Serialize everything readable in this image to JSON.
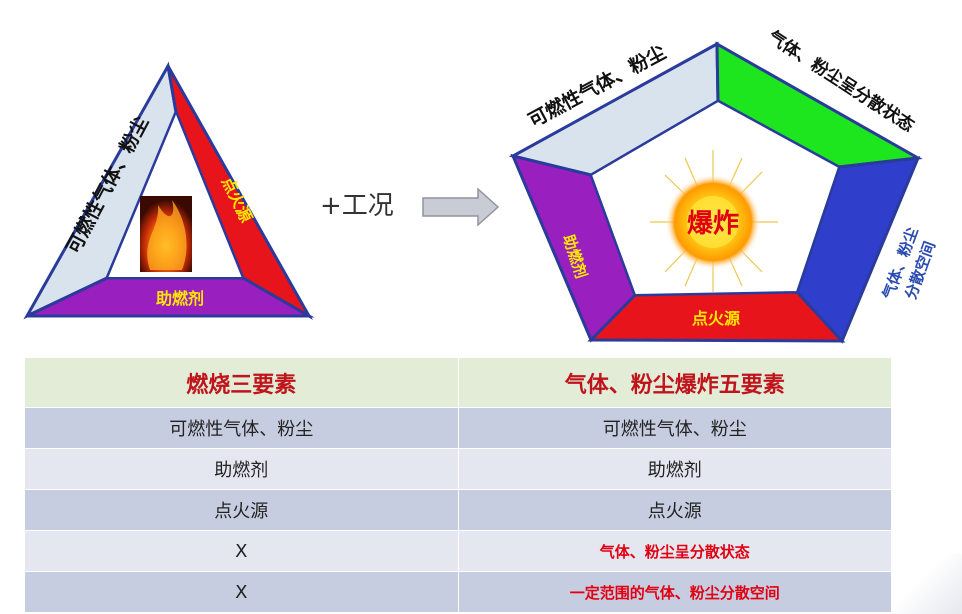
{
  "triangle": {
    "left_label": "可燃性气体、粉尘",
    "right_label": "点火源",
    "bottom_label": "助燃剂",
    "colors": {
      "left": "#d9e3ee",
      "right": "#e8141c",
      "bottom": "#9a1fbf",
      "border": "#2a3b9c"
    }
  },
  "operator": {
    "label": "+工况"
  },
  "pentagon": {
    "top_left_label": "可燃性气体、粉尘",
    "top_right_label": "气体、粉尘呈分散状态",
    "right_label_line1": "气体、粉尘",
    "right_label_line2": "分散空间",
    "bottom_label": "点火源",
    "left_label": "助燃剂",
    "center_label": "爆炸",
    "colors": {
      "top_left": "#d9e3ee",
      "top_right": "#1ee61e",
      "right": "#2f3ecb",
      "bottom": "#e8141c",
      "left": "#9a1fbf",
      "border": "#2a3b9c"
    }
  },
  "table": {
    "headers": [
      "燃烧三要素",
      "气体、粉尘爆炸五要素"
    ],
    "rows": [
      [
        "可燃性气体、粉尘",
        "可燃性气体、粉尘"
      ],
      [
        "助燃剂",
        "助燃剂"
      ],
      [
        "点火源",
        "点火源"
      ],
      [
        "X",
        "气体、粉尘呈分散状态"
      ],
      [
        "X",
        "一定范围的气体、粉尘分散空间"
      ]
    ]
  }
}
